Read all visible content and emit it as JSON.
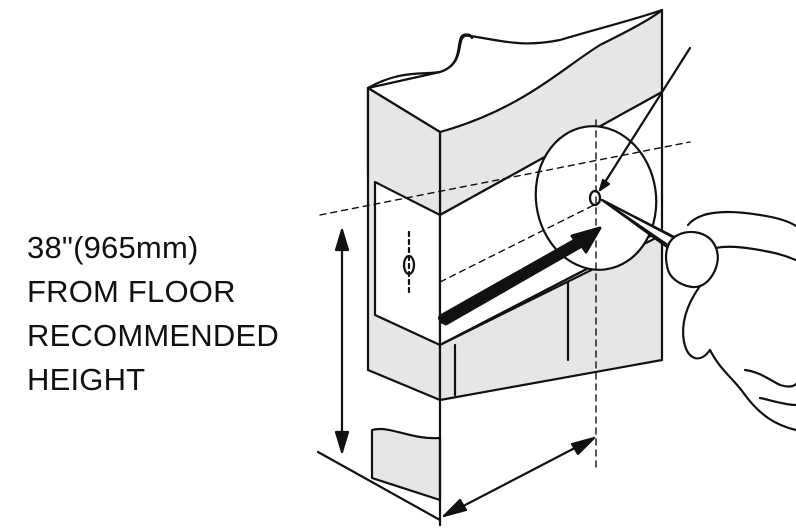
{
  "instruction": {
    "lines": [
      "38\"(965mm)",
      "FROM FLOOR",
      "RECOMMENDED",
      "HEIGHT"
    ]
  },
  "colors": {
    "ink": "#111111",
    "door_face": "#e6e6e6",
    "paper": "#ffffff"
  },
  "icons": [
    "door-diagram",
    "pencil-icon",
    "hand-icon",
    "arrow-icon"
  ]
}
